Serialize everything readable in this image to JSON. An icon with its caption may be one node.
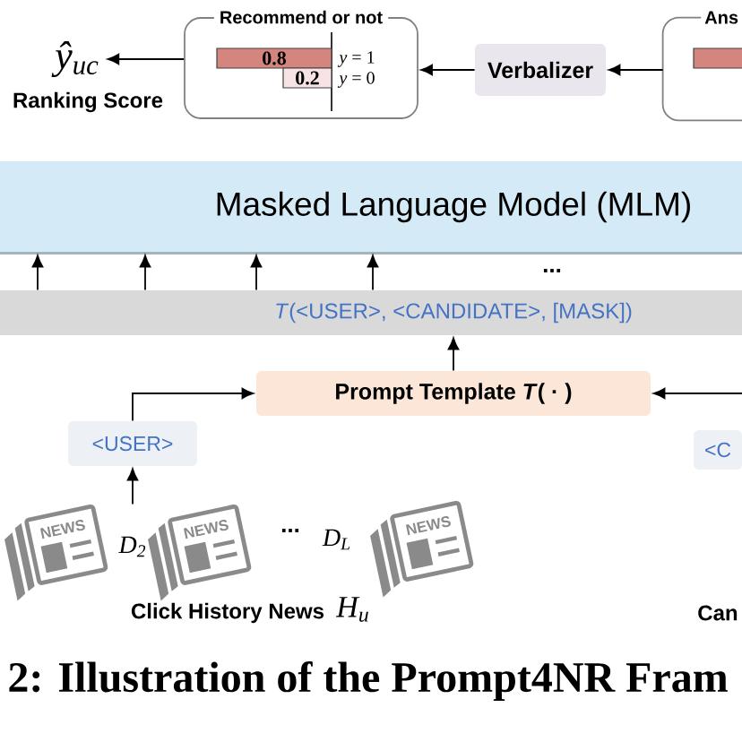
{
  "diagram": {
    "caption": "2: Illustration of the Prompt4NR Fram",
    "nodes": [
      {
        "text": [
          "ŷ$_{uc}$",
          "Ranking Score"
        ]
      },
      {
        "text": [
          "Recommend or not"
        ]
      },
      {
        "text": [
          "0.8"
        ],
        "in": 1
      },
      {
        "text": [
          "0.2"
        ],
        "in": 1
      },
      {
        "text": [
          "Verbalizer"
        ]
      },
      {
        "text": [
          "Ans"
        ]
      },
      {
        "text": [
          "Masked Language Model (MLM)"
        ]
      },
      {
        "text": [
          "*T*(<USER>, <CANDIDATE>, [MASK])"
        ]
      },
      {
        "text": [
          "Prompt Template *T*( · )"
        ]
      },
      {
        "text": [
          "<USER>"
        ]
      },
      {
        "text": [
          "<C"
        ]
      }
    ],
    "edges": [
      {
        "from": 1,
        "to": 0,
        "arrow": "to"
      },
      {
        "from": 4,
        "to": 1,
        "arrow": "to"
      },
      {
        "from": 5,
        "to": 4,
        "arrow": "to"
      },
      {
        "from": 7,
        "to": 6,
        "arrow": "to"
      },
      {
        "from": 7,
        "to": 6,
        "arrow": "to"
      },
      {
        "from": 7,
        "to": 6,
        "arrow": "to"
      },
      {
        "from": 7,
        "to": 6,
        "arrow": "to"
      },
      {
        "from": 8,
        "to": 7,
        "arrow": "to"
      },
      {
        "from": 9,
        "to": 8,
        "arrow": "to"
      },
      {
        "from": null,
        "to": 8,
        "arrow": "to"
      },
      {
        "from": null,
        "to": 9,
        "arrow": "to"
      }
    ],
    "labels": [
      "*y* = 1",
      "*y* = 0",
      "...",
      "NEWS",
      "D$_{2}$",
      "NEWS",
      "...",
      "D$_{L}$",
      "NEWS",
      "Click History News",
      "H$_{u}$",
      "Can"
    ]
  }
}
